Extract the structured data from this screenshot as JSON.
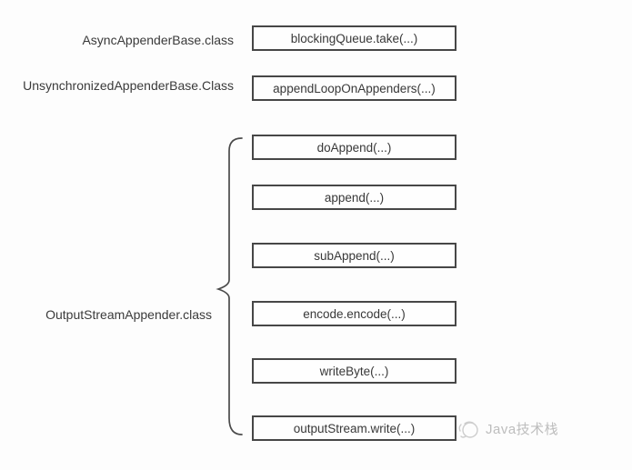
{
  "diagram": {
    "callers": [
      {
        "class_label": "AsyncAppenderBase.class",
        "method": "blockingQueue.take(...)"
      },
      {
        "class_label": "UnsynchronizedAppenderBase.Class",
        "method": "appendLoopOnAppenders(...)"
      }
    ],
    "group": {
      "class_label": "OutputStreamAppender.class",
      "methods": [
        "doAppend(...)",
        "append(...)",
        "subAppend(...)",
        "encode.encode(...)",
        "writeByte(...)",
        "outputStream.write(...)"
      ]
    },
    "watermark": {
      "text": "Java技术栈",
      "icon": "java-stack-logo-icon"
    },
    "colors": {
      "background": "#fdfdfd",
      "box_border": "#474747",
      "text": "#3a3a3a",
      "watermark": "#bdbdbd"
    }
  }
}
